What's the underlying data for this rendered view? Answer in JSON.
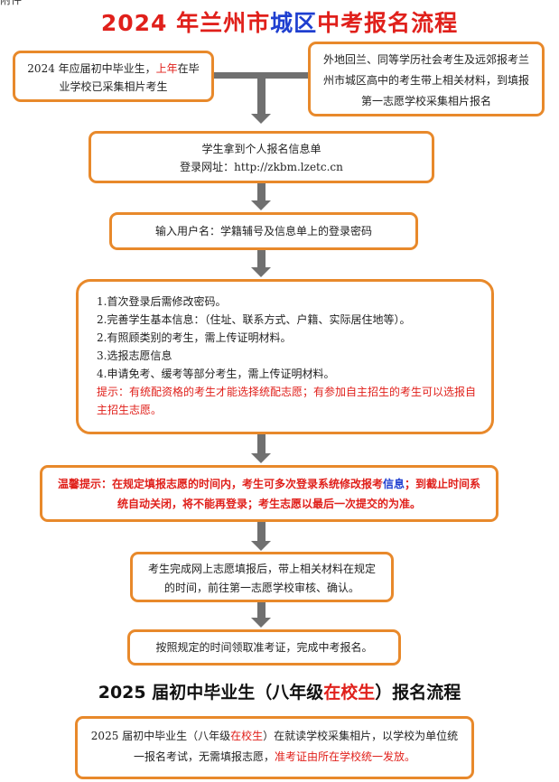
{
  "header": {
    "corner_text": "附件",
    "title_part1": "2024 年兰州市",
    "title_part2": "城区",
    "title_part3": "中考报名流程"
  },
  "flow": {
    "box1": {
      "text_a": "2024 年应届初中毕业生，",
      "text_b": "上年",
      "text_c": "在毕业学校已采集相片考生"
    },
    "box2": {
      "text": "外地回兰、同等学历社会考生及远郊报考兰州市城区高中的考生带上相关材料，到填报第一志愿学校采集相片报名"
    },
    "box3": {
      "line1": "学生拿到个人报名信息单",
      "line2": "登录网址：http://zkbm.lzetc.cn"
    },
    "box4": {
      "text": "输入用户名：学籍辅号及信息单上的登录密码"
    },
    "box5": {
      "items": [
        "1.首次登录后需修改密码。",
        "2.完善学生基本信息：（住址、联系方式、户籍、实际居住地等）。",
        "2.有照顾类别的考生，需上传证明材料。",
        "3.选报志愿信息",
        "4.申请免考、缓考等部分考生，需上传证明材料。"
      ],
      "tip": "提示：有统配资格的考生才能选择统配志愿；有参加自主招生的考生可以选报自主招生志愿。"
    },
    "box6": {
      "prefix": "温馨提示：",
      "text_a": "在规定填报志愿的时间内，考生可多次登录系统修改报考",
      "text_b": "信息",
      "text_c": "；到截止时间系统自动关闭，将不能再登录；考生志愿以最后一次提交的为准。"
    },
    "box7": {
      "text": "考生完成网上志愿填报后，带上相关材料在规定的时间，前往第一志愿学校审核、确认。"
    },
    "box8": {
      "text": "按照规定的时间领取准考证，完成中考报名。"
    }
  },
  "section2": {
    "title_part1": "2025 届初中毕业生（八年级",
    "title_part2": "在校生",
    "title_part3": "）报名流程",
    "box": {
      "text_a": "2025 届初中毕业生（八年级",
      "text_b": "在校生",
      "text_c": "）在就读学校采集相片，以学校为单位统一报名考试，无需填报志愿，",
      "text_d": "准考证由所在学校统一发放。"
    }
  },
  "colors": {
    "accent_border": "#E8892B",
    "red": "#E0201B",
    "blue": "#1F3FD0",
    "arrow": "#707070"
  }
}
